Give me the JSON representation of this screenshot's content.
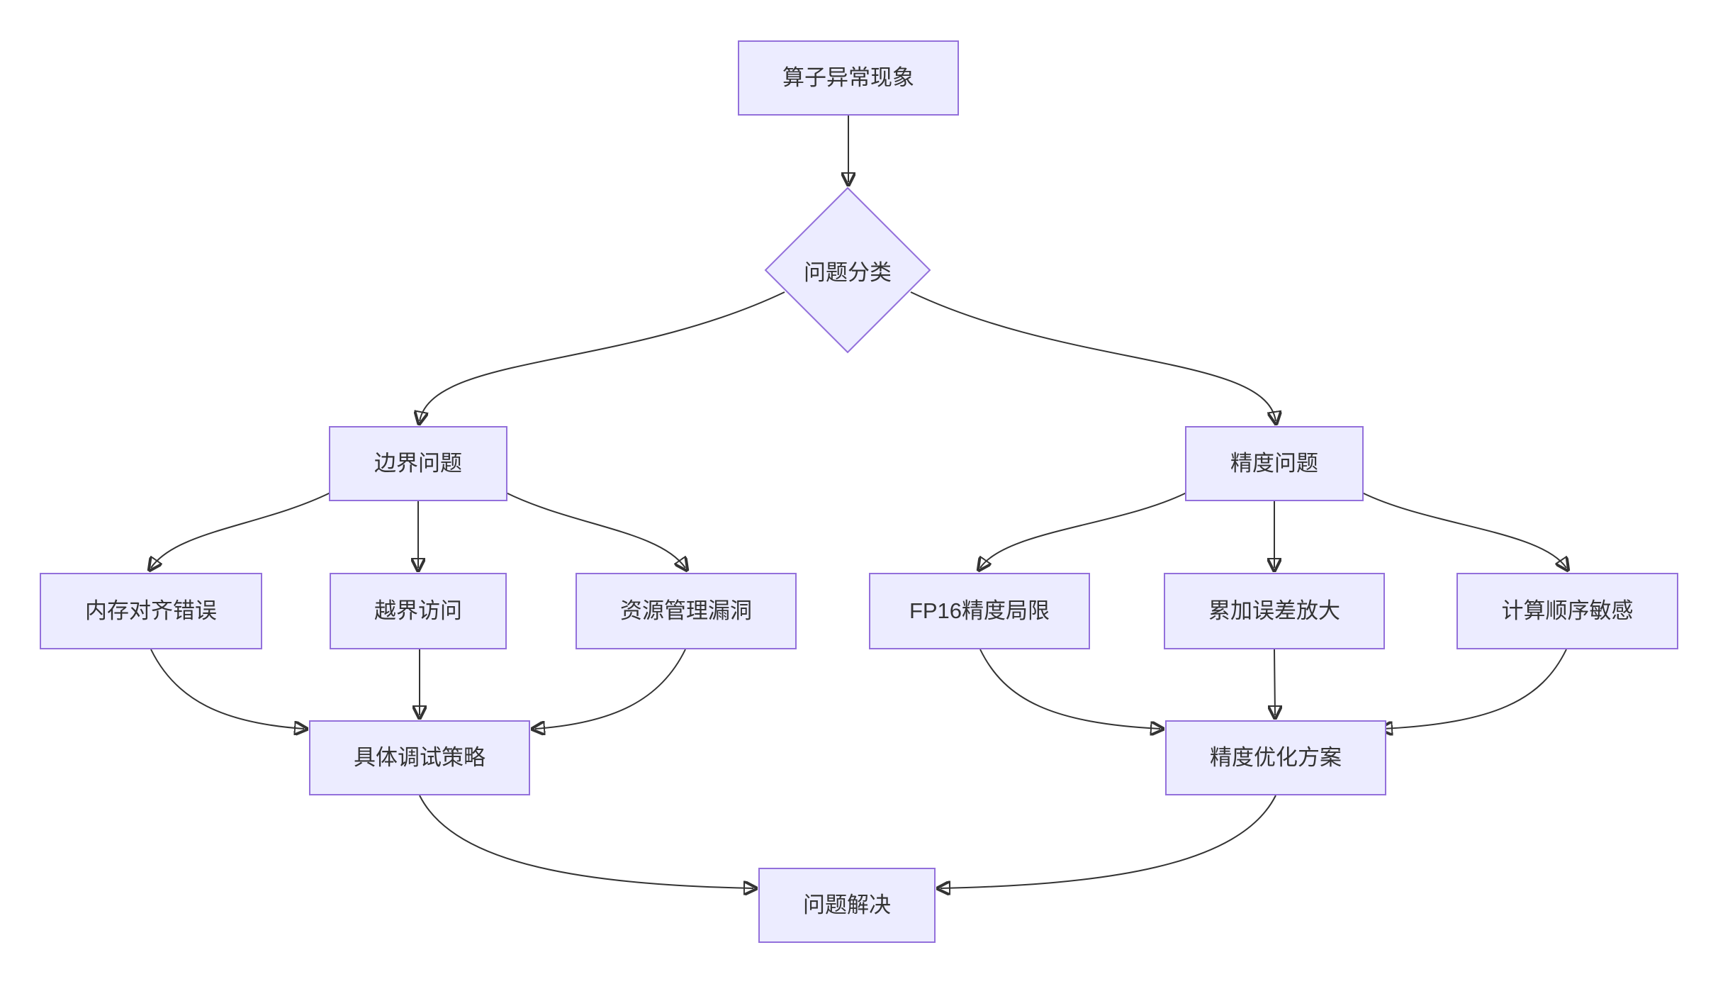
{
  "diagram": {
    "type": "flowchart",
    "direction": "top-down",
    "colors": {
      "node_fill": "#ECECFF",
      "node_border": "#9370DB",
      "edge_stroke": "#333333",
      "text": "#333333",
      "background": "#ffffff"
    },
    "nodes": [
      {
        "id": "start",
        "label": "算子异常现象",
        "shape": "rect"
      },
      {
        "id": "classify",
        "label": "问题分类",
        "shape": "diamond"
      },
      {
        "id": "boundary",
        "label": "边界问题",
        "shape": "rect"
      },
      {
        "id": "precision",
        "label": "精度问题",
        "shape": "rect"
      },
      {
        "id": "memalign",
        "label": "内存对齐错误",
        "shape": "rect"
      },
      {
        "id": "oob",
        "label": "越界访问",
        "shape": "rect"
      },
      {
        "id": "resource",
        "label": "资源管理漏洞",
        "shape": "rect"
      },
      {
        "id": "fp16",
        "label": "FP16精度局限",
        "shape": "rect"
      },
      {
        "id": "accum",
        "label": "累加误差放大",
        "shape": "rect"
      },
      {
        "id": "order",
        "label": "计算顺序敏感",
        "shape": "rect"
      },
      {
        "id": "debug",
        "label": "具体调试策略",
        "shape": "rect"
      },
      {
        "id": "optimize",
        "label": "精度优化方案",
        "shape": "rect"
      },
      {
        "id": "solved",
        "label": "问题解决",
        "shape": "rect"
      }
    ],
    "edges": [
      {
        "from": "start",
        "to": "classify"
      },
      {
        "from": "classify",
        "to": "boundary"
      },
      {
        "from": "classify",
        "to": "precision"
      },
      {
        "from": "boundary",
        "to": "memalign"
      },
      {
        "from": "boundary",
        "to": "oob"
      },
      {
        "from": "boundary",
        "to": "resource"
      },
      {
        "from": "precision",
        "to": "fp16"
      },
      {
        "from": "precision",
        "to": "accum"
      },
      {
        "from": "precision",
        "to": "order"
      },
      {
        "from": "memalign",
        "to": "debug"
      },
      {
        "from": "oob",
        "to": "debug"
      },
      {
        "from": "resource",
        "to": "debug"
      },
      {
        "from": "fp16",
        "to": "optimize"
      },
      {
        "from": "accum",
        "to": "optimize"
      },
      {
        "from": "order",
        "to": "optimize"
      },
      {
        "from": "debug",
        "to": "solved"
      },
      {
        "from": "optimize",
        "to": "solved"
      }
    ]
  }
}
